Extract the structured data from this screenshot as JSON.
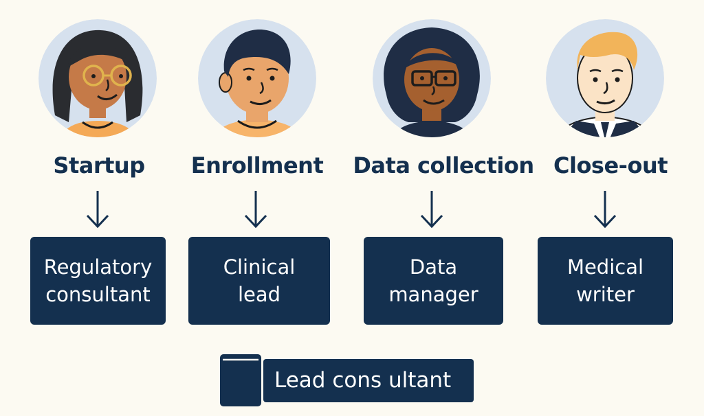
{
  "colors": {
    "background": "#fcfaf2",
    "navy": "#14304f",
    "avatar_circle": "#d6e1ee"
  },
  "phases": [
    {
      "label": "Startup",
      "role_lines": [
        "Regulatory",
        "consultant"
      ],
      "avatar": "woman-with-round-glasses-avatar"
    },
    {
      "label": "Enrollment",
      "role_lines": [
        "Clinical",
        "lead"
      ],
      "avatar": "man-with-dark-hair-avatar"
    },
    {
      "label": "Data collection",
      "role_lines": [
        "Data",
        "manager"
      ],
      "avatar": "woman-with-glasses-curly-hair-avatar"
    },
    {
      "label": "Close-out",
      "role_lines": [
        "Medical",
        "writer"
      ],
      "avatar": "man-in-suit-avatar"
    }
  ],
  "lead": {
    "label": "Lead cons ultant",
    "icon": "folder-icon"
  }
}
